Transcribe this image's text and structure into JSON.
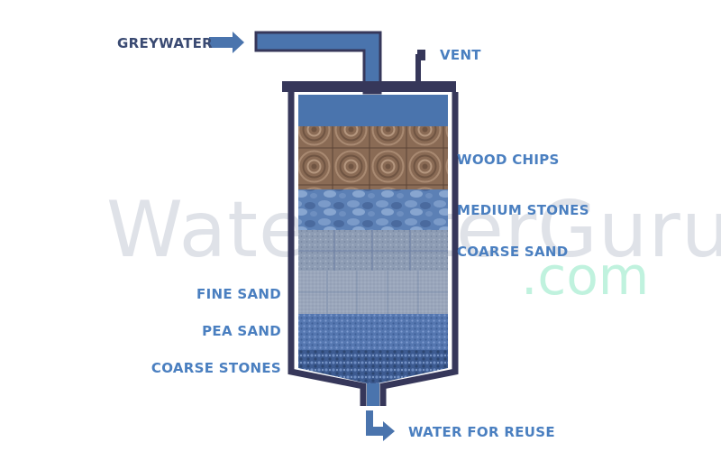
{
  "labels": {
    "inlet": "GREYWATER",
    "vent": "VENT",
    "wood_chips": "WOOD CHIPS",
    "medium_stones": "MEDIUM STONES",
    "coarse_sand": "COARSE SAND",
    "fine_sand": "FINE SAND",
    "pea_sand": "PEA SAND",
    "coarse_stones": "COARSE STONES",
    "outlet": "WATER FOR REUSE"
  },
  "watermark": {
    "main": "WaterFilterGuru",
    "suffix": ".com"
  },
  "colors": {
    "outline": "#36375a",
    "water": "#4a74ad",
    "label": "#4a7fc0",
    "label_dark": "#3a4a72",
    "wood": "#8a6b55",
    "stones": "#5c80b5",
    "sand": "#8f9fb8",
    "pea": "#5577b0",
    "coarse": "#3c5a90",
    "watermark_gray": "#c6cbd6",
    "watermark_mint": "#8ee8c4"
  }
}
